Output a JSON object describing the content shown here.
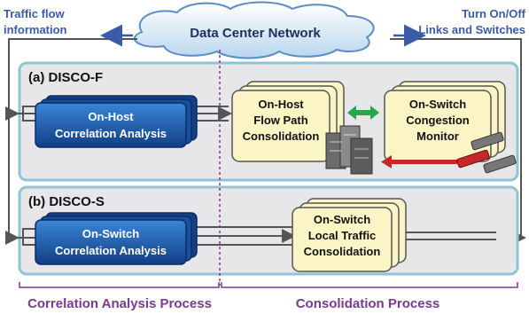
{
  "top": {
    "network": "Data Center Network",
    "left_note": [
      "Traffic flow",
      "information"
    ],
    "right_note": [
      "Turn On/Off",
      "Links and Switches"
    ]
  },
  "panel_f": {
    "title": "(a) DISCO-F",
    "analysis": [
      "On-Host",
      "Correlation Analysis"
    ],
    "consolidation": [
      "On-Host",
      "Flow Path",
      "Consolidation"
    ],
    "monitor": [
      "On-Switch",
      "Congestion",
      "Monitor"
    ]
  },
  "panel_s": {
    "title": "(b) DISCO-S",
    "analysis": [
      "On-Switch",
      "Correlation Analysis"
    ],
    "consolidation": [
      "On-Switch",
      "Local Traffic",
      "Consolidation"
    ]
  },
  "bottom": {
    "left_process": "Correlation Analysis Process",
    "right_process": "Consolidation Process"
  },
  "colors": {
    "cloud_text": "#1f2f5c",
    "note_text": "#3b5aa8",
    "panel_border": "#8fc4d6",
    "panel_fill": "#e7e7e9",
    "blue_box": "#1f5fb4",
    "cream_box": "#fbf5c6",
    "process_text": "#7a3a8f",
    "green_arrow": "#28a745",
    "red_arrow": "#c62828"
  }
}
